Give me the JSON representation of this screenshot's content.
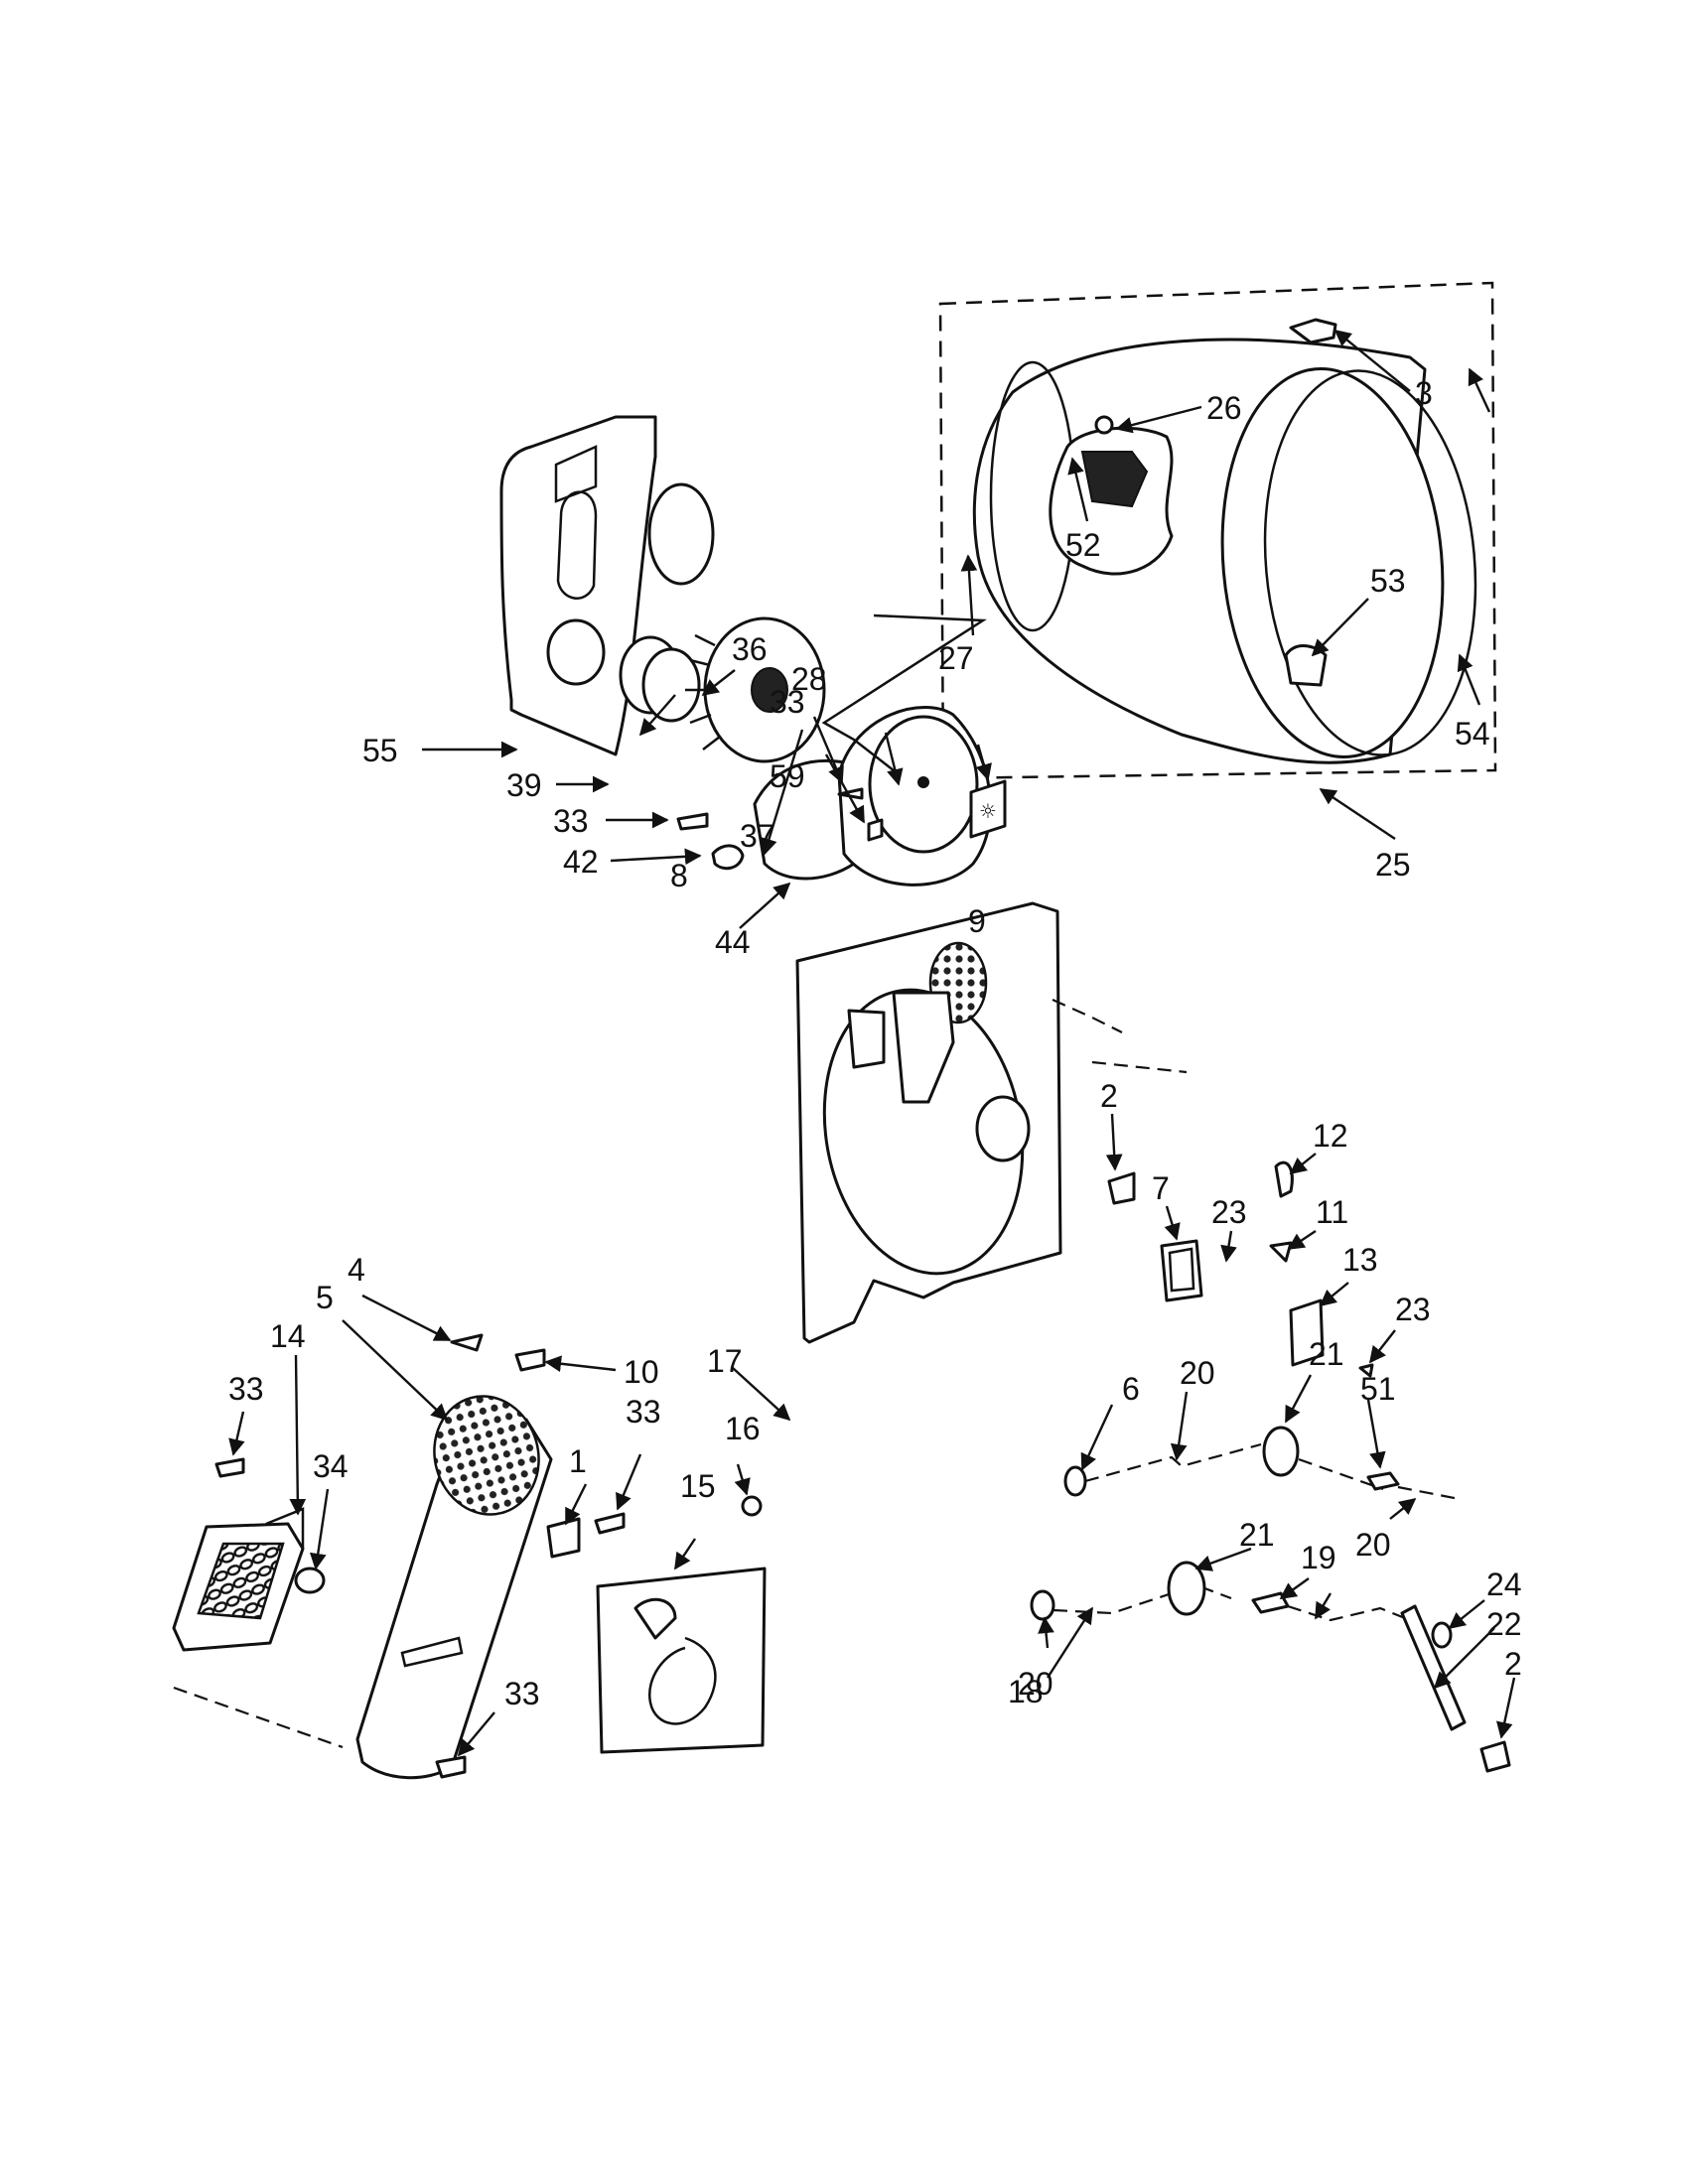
{
  "diagram": {
    "callouts": {
      "n1": "1",
      "n2a": "2",
      "n2b": "2",
      "n3": "3",
      "n4": "4",
      "n5": "5",
      "n6": "6",
      "n7": "7",
      "n8": "8",
      "n9": "9",
      "n10": "10",
      "n11": "11",
      "n12": "12",
      "n13": "13",
      "n14": "14",
      "n15": "15",
      "n16": "16",
      "n17": "17",
      "n18": "18",
      "n19": "19",
      "n20a": "20",
      "n20b": "20",
      "n20c": "20",
      "n21a": "21",
      "n21b": "21",
      "n22": "22",
      "n23a": "23",
      "n23b": "23",
      "n24": "24",
      "n25": "25",
      "n26": "26",
      "n27": "27",
      "n28": "28",
      "n33a": "33",
      "n33b": "33",
      "n33c": "33",
      "n33d": "33",
      "n33e": "33",
      "n34": "34",
      "n36": "36",
      "n37": "37",
      "n39": "39",
      "n42": "42",
      "n44": "44",
      "n51": "51",
      "n52": "52",
      "n53": "53",
      "n54": "54",
      "n55": "55",
      "n59": "59"
    }
  }
}
